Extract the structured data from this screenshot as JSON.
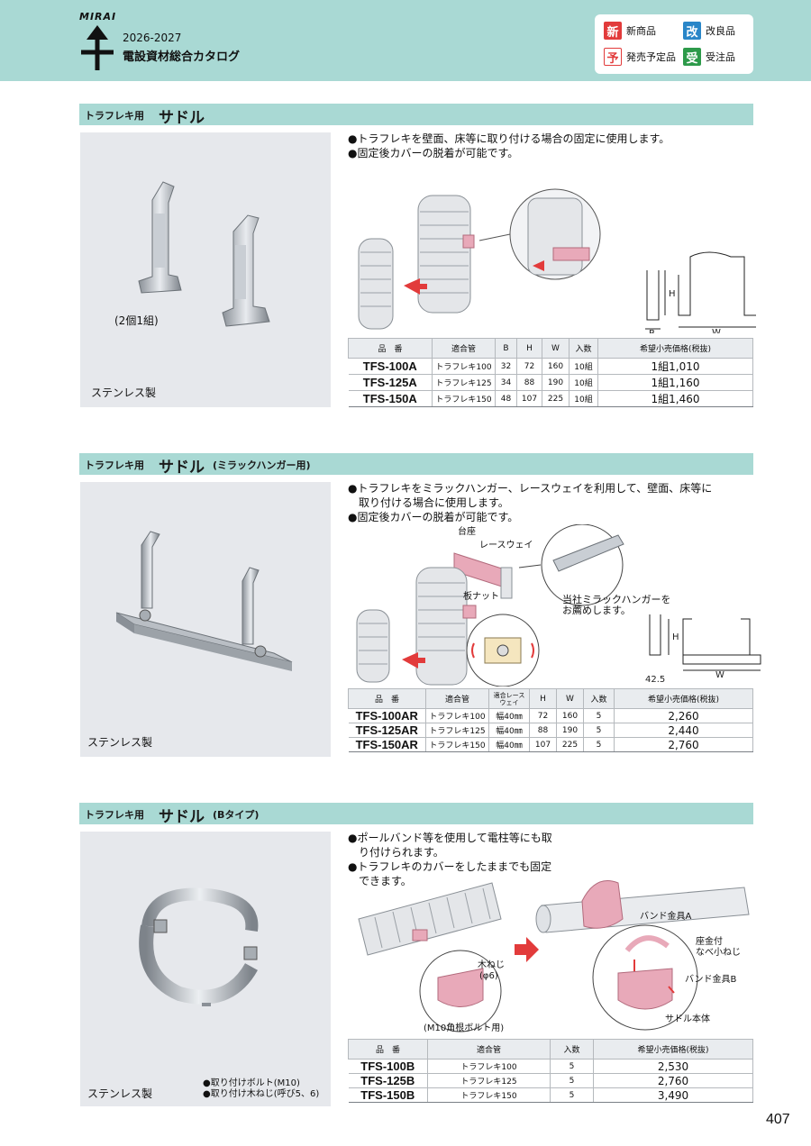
{
  "header": {
    "logo_text": "MIRAI",
    "year": "2026-2027",
    "title": "電設資材総合カタログ",
    "legend": [
      {
        "mark": "新",
        "label": "新商品",
        "color": "#e23b3b"
      },
      {
        "mark": "改",
        "label": "改良品",
        "color": "#2a86c8"
      },
      {
        "mark": "予",
        "label": "発売予定品",
        "color": "#e23b3b"
      },
      {
        "mark": "受",
        "label": "受注品",
        "color": "#2d9a4a"
      }
    ]
  },
  "sections": [
    {
      "heading_small": "トラフレキ用",
      "heading_big": "サドル",
      "heading_sub": "",
      "photo_caption": "(2個1組)",
      "material": "ステンレス製",
      "bullets": [
        "●トラフレキを壁面、床等に取り付ける場合の固定に使用します。",
        "●固定後カバーの脱着が可能です。"
      ],
      "dim_labels": {
        "h": "H",
        "b": "B",
        "w": "W"
      },
      "table": {
        "headers": [
          "品　番",
          "適合管",
          "B",
          "H",
          "W",
          "入数",
          "希望小売価格(税抜)"
        ],
        "rows": [
          [
            "TFS-100A",
            "トラフレキ100",
            "32",
            "72",
            "160",
            "10組",
            "1組1,010"
          ],
          [
            "TFS-125A",
            "トラフレキ125",
            "34",
            "88",
            "190",
            "10組",
            "1組1,160"
          ],
          [
            "TFS-150A",
            "トラフレキ150",
            "48",
            "107",
            "225",
            "10組",
            "1組1,460"
          ]
        ]
      }
    },
    {
      "heading_small": "トラフレキ用",
      "heading_big": "サドル",
      "heading_sub": "(ミラックハンガー用)",
      "material": "ステンレス製",
      "bullets": [
        "●トラフレキをミラックハンガー、レースウェイを利用して、壁面、床等に",
        "　取り付ける場合に使用します。",
        "●固定後カバーの脱着が可能です。"
      ],
      "labels": {
        "base": "台座",
        "raceway": "レースウェイ",
        "nut": "板ナット",
        "recommend1": "当社ミラックハンガーを",
        "recommend2": "お薦めします。"
      },
      "dim_labels": {
        "h": "H",
        "b": "42.5",
        "w": "W"
      },
      "table": {
        "headers": [
          "品　番",
          "適合管",
          "適合レースウェイ",
          "H",
          "W",
          "入数",
          "希望小売価格(税抜)"
        ],
        "rows": [
          [
            "TFS-100AR",
            "トラフレキ100",
            "幅40㎜",
            "72",
            "160",
            "5",
            "2,260"
          ],
          [
            "TFS-125AR",
            "トラフレキ125",
            "幅40㎜",
            "88",
            "190",
            "5",
            "2,440"
          ],
          [
            "TFS-150AR",
            "トラフレキ150",
            "幅40㎜",
            "107",
            "225",
            "5",
            "2,760"
          ]
        ]
      }
    },
    {
      "heading_small": "トラフレキ用",
      "heading_big": "サドル",
      "heading_sub": "(Bタイプ)",
      "material": "ステンレス製",
      "notes": [
        "●取り付けボルト(M10)",
        "●取り付け木ねじ(呼び5、6)"
      ],
      "bullets": [
        "●ポールバンド等を使用して電柱等にも取",
        "　り付けられます。",
        "●トラフレキのカバーをしたままでも固定",
        "　できます。"
      ],
      "labels": {
        "screw1": "木ねじ",
        "screw2": "(φ6)",
        "bolt": "(M10角根ボルト用)",
        "bandA": "バンド金具A",
        "washer1": "座金付",
        "washer2": "なべ小ねじ",
        "bandB": "バンド金具B",
        "body": "サドル本体"
      },
      "table": {
        "headers": [
          "品　番",
          "適合管",
          "入数",
          "希望小売価格(税抜)"
        ],
        "rows": [
          [
            "TFS-100B",
            "トラフレキ100",
            "5",
            "2,530"
          ],
          [
            "TFS-125B",
            "トラフレキ125",
            "5",
            "2,760"
          ],
          [
            "TFS-150B",
            "トラフレキ150",
            "5",
            "3,490"
          ]
        ]
      }
    }
  ],
  "page_number": "407"
}
